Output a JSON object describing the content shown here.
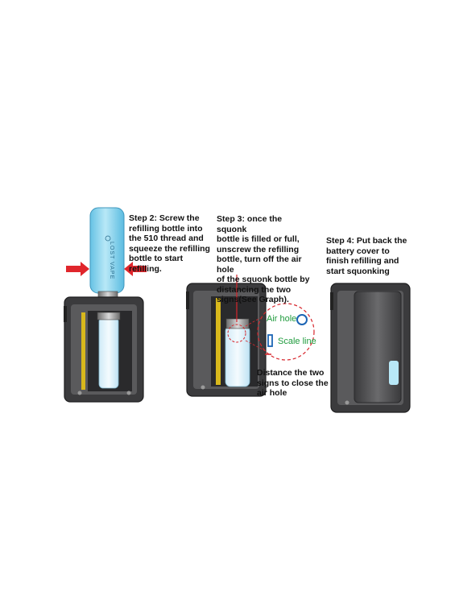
{
  "steps": {
    "step2": "Step 2: Screw the\nrefilling bottle into\nthe 510 thread and\nsqueeze the refilling\nbottle to start\nrefilling.",
    "step3": "Step 3: once the squonk\nbottle is filled or full,\nunscrew the refilling\nbottle, turn off the air hole\nof the squonk bottle by\ndistancing the two\nsigns(See Graph).",
    "step4": "Step 4: Put back the\nbattery cover to\nfinish refilling and\nstart squonking"
  },
  "callout": {
    "air_hole": "Air hole",
    "scale_line": "Scale line",
    "distance_note": "Distance  the  two\nsigns to close the\nair hole"
  },
  "bottle_brand": "LOST VAPE",
  "colors": {
    "device_body": "#5b5b5d",
    "device_frame": "#2f2f31",
    "yellow_strip": "#d8b81c",
    "bottle": "#8fd3ec",
    "arrow": "#e0262c",
    "callout_circle": "#d7262c",
    "air_hole_ring": "#1b64b4",
    "label_green": "#1f9b3d"
  }
}
